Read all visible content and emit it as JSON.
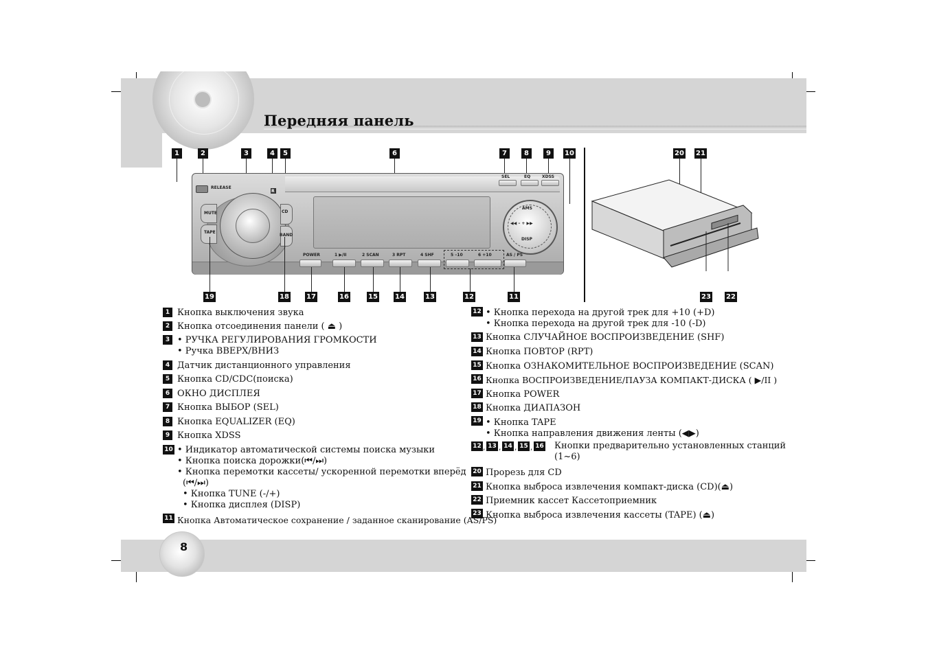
{
  "page": {
    "title": "Передняя панель",
    "page_number": "8"
  },
  "panel": {
    "release": "RELEASE",
    "mute": "MUTE",
    "tape": "TAPE",
    "cd": "CD",
    "band": "BAND",
    "sel": "SEL",
    "eq": "EQ",
    "xdss": "XDSS",
    "ams": "AMS",
    "disp": "DISP",
    "seek": "◀◀ –   + ▶▶",
    "r": "R",
    "buttons": [
      "POWER",
      "1 ▶/II",
      "2 SCAN",
      "3 RPT",
      "4 SHF",
      "5 –10",
      "6 +10",
      "AS / PS"
    ]
  },
  "left_items": [
    {
      "num": "1",
      "lines": [
        "Кнопка выключения звука"
      ]
    },
    {
      "num": "2",
      "lines": [
        "Кнопка отсоединения панели ( ⏏ )"
      ]
    },
    {
      "num": "3",
      "lines": [
        "• РУЧКА РЕГУЛИРОВАНИЯ ГРОМКОСТИ",
        "• Ручка ВВЕРХ/ВНИЗ"
      ]
    },
    {
      "num": "4",
      "lines": [
        "Датчик дистанционного управления"
      ]
    },
    {
      "num": "5",
      "lines": [
        "Кнопка CD/CDC(поиска)"
      ]
    },
    {
      "num": "6",
      "lines": [
        "ОКНО ДИСПЛЕЯ"
      ]
    },
    {
      "num": "7",
      "lines": [
        "Кнопка ВЫБОР (SEL)"
      ]
    },
    {
      "num": "8",
      "lines": [
        "Кнопка EQUALIZER (EQ)"
      ]
    },
    {
      "num": "9",
      "lines": [
        "Кнопка XDSS"
      ]
    },
    {
      "num": "10",
      "lines": [
        "• Индикатор автоматической системы поиска музыки",
        "• Кнопка поиска дорожки(⏮/⏭)",
        "• Кнопка перемотки кассеты/ ускоренной перемотки вперёд",
        "(⏮/⏭)",
        "• Кнопка TUNE (-/+)",
        "• Кнопка дисплея (DISP)"
      ]
    },
    {
      "num": "11",
      "lines": [
        "Кнопка Автоматическое сохранение / заданное сканирование (AS/PS)"
      ]
    }
  ],
  "right_items": [
    {
      "num": "12",
      "lines": [
        "• Кнопка перехода на другой трек для +10 (+D)",
        "• Кнопка перехода на другой трек для -10 (-D)"
      ]
    },
    {
      "num": "13",
      "lines": [
        "Кнопка СЛУЧАЙНОЕ ВОСПРОИЗВЕДЕНИЕ (SHF)"
      ]
    },
    {
      "num": "14",
      "lines": [
        "Кнопка ПОВТОР (RPT)"
      ]
    },
    {
      "num": "15",
      "lines": [
        "Кнопка ОЗНАКОМИТЕЛЬНОЕ ВОСПРОИЗВЕДЕНИЕ (SCAN)"
      ]
    },
    {
      "num": "16",
      "lines": [
        "Кнопка ВОСПРОИЗВЕДЕНИЕ/ПАУЗА КОМПАКТ-ДИСКА ( ▶/II )"
      ]
    },
    {
      "num": "17",
      "lines": [
        "Кнопка POWER"
      ]
    },
    {
      "num": "18",
      "lines": [
        "Кнопка ДИАПАЗОН"
      ]
    },
    {
      "num": "19",
      "lines": [
        "• Кнопка TAPE",
        "• Кнопка направления движения ленты (◀▶)"
      ]
    },
    {
      "nums": [
        "12",
        "13",
        "14",
        "15",
        "16"
      ],
      "lines": [
        "Кнопки предварительно установленных станций",
        "(1~6)"
      ]
    },
    {
      "num": "20",
      "lines": [
        "Прорезь для CD"
      ]
    },
    {
      "num": "21",
      "lines": [
        "Кнопка выброса извлечения компакт-диска (CD)(⏏)"
      ]
    },
    {
      "num": "22",
      "lines": [
        "Приемник кассет Кассетоприемник"
      ]
    },
    {
      "num": "23",
      "lines": [
        "Кнопка выброса извлечения кассеты (TAPE) (⏏)"
      ]
    }
  ],
  "callouts": {
    "top": [
      "1",
      "2",
      "3",
      "4",
      "5",
      "6",
      "7",
      "8",
      "9",
      "10",
      "20",
      "21"
    ],
    "bottom": [
      "19",
      "18",
      "17",
      "16",
      "15",
      "14",
      "13",
      "12",
      "11",
      "23",
      "22"
    ]
  }
}
